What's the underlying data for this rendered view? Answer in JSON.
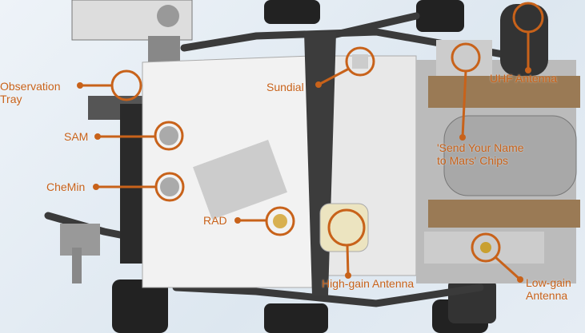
{
  "title": "Curiosity rover top view instrument labels",
  "accent_color": "#c8621a",
  "labels": {
    "observation_tray": [
      "Observation",
      "Tray"
    ],
    "sam": "SAM",
    "chemin": "CheMin",
    "rad": "RAD",
    "sundial": "Sundial",
    "uhf_antenna": "UHF Antenna",
    "send_your_name": [
      "'Send Your Name",
      "to Mars' Chips"
    ],
    "high_gain_antenna": "High-gain Antenna",
    "low_gain_antenna": [
      "Low-gain",
      "Antenna"
    ]
  }
}
